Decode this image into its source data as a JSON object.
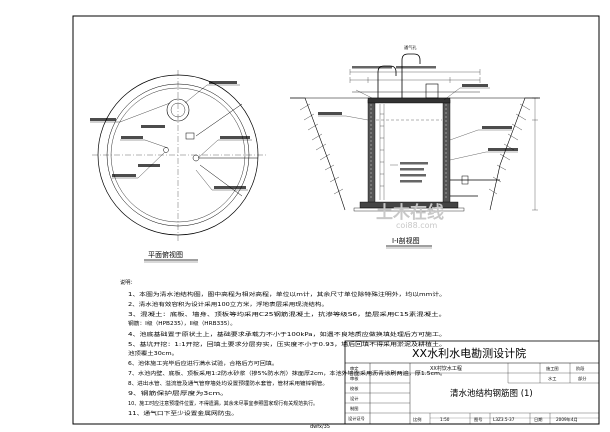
{
  "plan_view": {
    "title": "平面俯视图"
  },
  "section_view": {
    "title": "I-I剖视图",
    "vent_label": "通气孔"
  },
  "watermark": {
    "brand": "土木在线",
    "site": "coi88.com"
  },
  "notes": {
    "header": "说明：",
    "lines": [
      "1、本图为清水池结构图，图中高程为相对高程，单位以m计，其余尺寸单位除特殊注明外，均以mm计。",
      "2、清水池有效容积为设计采用100立方米，浮地表层采用现浇结构。",
      "3、混凝土：底板、墙身、顶板等均采用C25钢筋混凝土，抗渗等级S6，垫层采用C15素混凝土。",
      "   钢筋：I级（HPB235），II级（HRB335）。",
      "4、池底基础置于原状土上，基础要求承载力不小于100kPa，如遇不良地质应做换填处理后方可施工。",
      "5、基坑开挖：1:1开挖，回填土要求分层夯实，压实度不小于0.93，墙后回填不得采用淤泥及耕植土。",
      "   池顶覆土30cm。",
      "6、池体施工完毕后应进行满水试验，合格后方可回填。",
      "7、水池内壁、底板、顶板采用1:2防水砂浆（掺5%防水剂）抹面厚2cm，本池外墙面采用沥青涂刷两遍，厚1.5cm。",
      "8、进出水管、溢流管及通气管穿墙处均设置预埋防水套管，管材采用镀锌钢管。",
      "9、钢筋保护层厚度为3cm。",
      "10、施工时应注意预埋件位置，不得遗漏，其余未尽事宜参照国家现行有关规范执行。",
      "11、通气口下至少设置金属网防虫。"
    ]
  },
  "title_block": {
    "institute": "XX水利水电勘测设计院",
    "project": "XX村饮水工程",
    "stage_label": "施工图",
    "stage_value": "阶段",
    "discipline_label": "水工",
    "discipline_value": "部分",
    "drawing_title": "清水池结构钢筋图 (1)",
    "scale_label": "比例",
    "scale": "1:50",
    "date_label": "日期",
    "date": "2009年4月",
    "drawing_no_label": "图号",
    "drawing_no": "L3Z3.5-37",
    "roles": [
      "审定",
      "审核",
      "校核",
      "设计",
      "制图"
    ],
    "cert_label": "设计证号"
  },
  "sheet_code": "dwfx/35"
}
